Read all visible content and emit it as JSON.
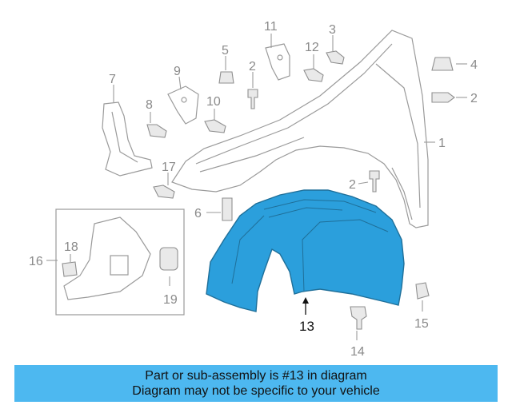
{
  "callouts": {
    "c1": "1",
    "c2a": "2",
    "c2b": "2",
    "c2c": "2",
    "c3": "3",
    "c4": "4",
    "c5": "5",
    "c6": "6",
    "c7": "7",
    "c8": "8",
    "c9": "9",
    "c10": "10",
    "c11": "11",
    "c12": "12",
    "c13": "13",
    "c14": "14",
    "c15": "15",
    "c16": "16",
    "c17": "17",
    "c18": "18",
    "c19": "19"
  },
  "highlight_color": "#2b9fdc",
  "banner": {
    "line1": "Part or sub-assembly is #13 in diagram",
    "line2": "Diagram may not be specific to your vehicle",
    "color": "#4db8f0"
  }
}
